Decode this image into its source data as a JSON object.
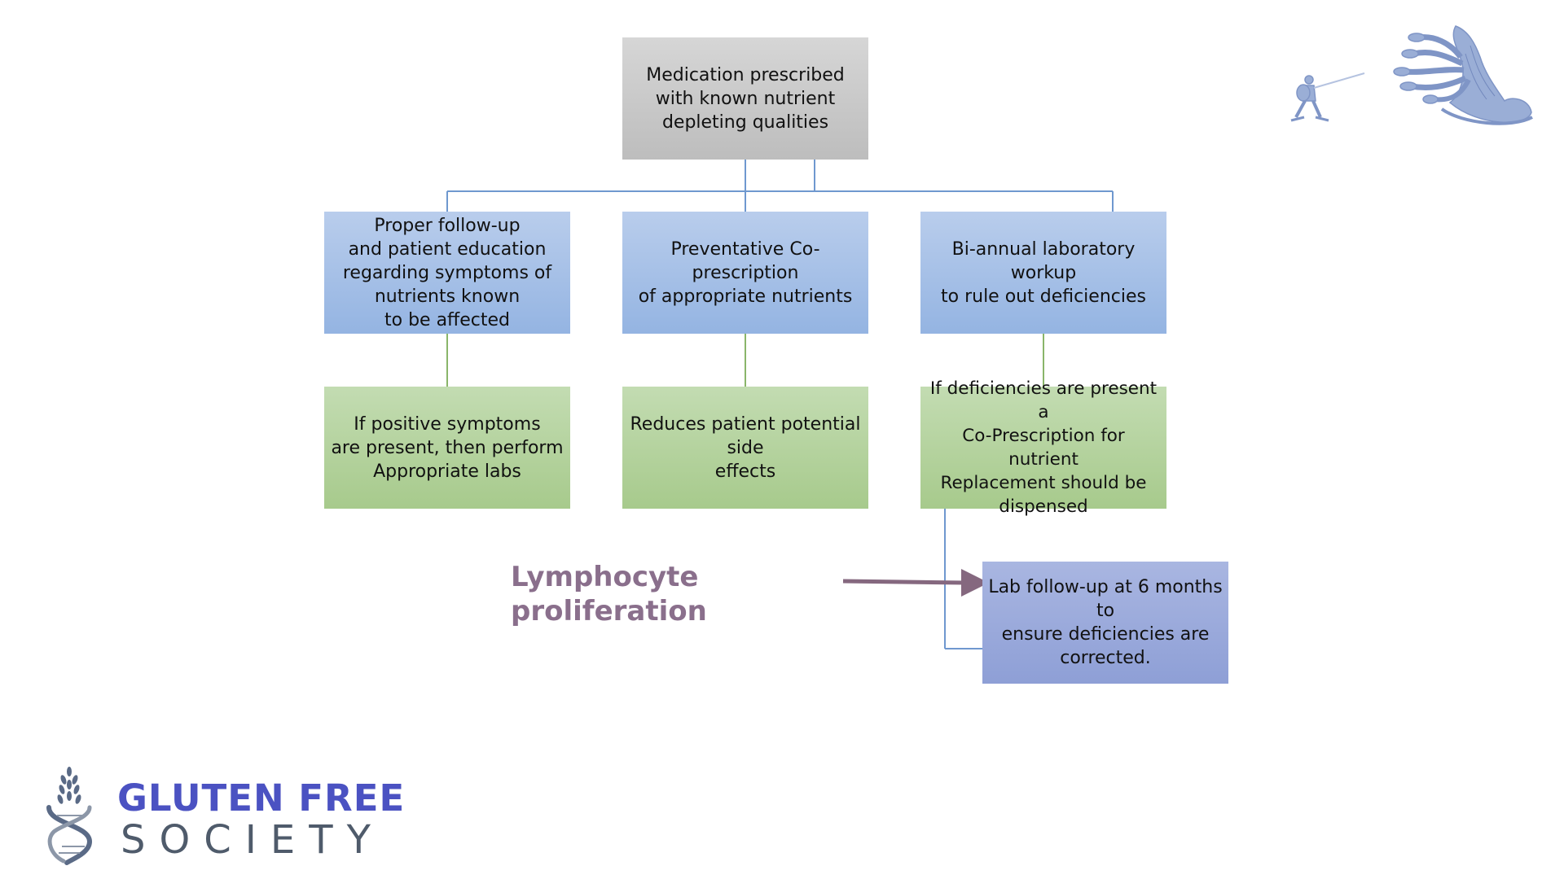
{
  "diagram": {
    "top": "Medication prescribed\nwith known nutrient\ndepleting qualities",
    "strategies": [
      "Proper follow-up\nand patient education\nregarding symptoms of\nnutrients known\nto be affected",
      "Preventative Co-\nprescription\nof appropriate nutrients",
      "Bi-annual laboratory\nworkup\nto rule out deficiencies"
    ],
    "outcomes": [
      "If positive symptoms\nare present, then perform\nAppropriate labs",
      "Reduces patient potential\nside\neffects",
      "If deficiencies are present a\nCo-Prescription for nutrient\nReplacement should be\ndispensed"
    ],
    "followup": "Lab follow-up at 6 months\nto\nensure deficiencies are\ncorrected."
  },
  "callout": {
    "text": "Lymphocyte\nproliferation",
    "color": "#8a6f8c"
  },
  "colors": {
    "blue_connector": "#6f98cf",
    "green_connector": "#8ab56a",
    "arrow": "#85687f"
  },
  "logo": {
    "line1": "GLUTEN FREE",
    "line2": "SOCIETY",
    "line1_color": "#4b52c2",
    "line2_color": "#4f5b6b"
  },
  "icons": {
    "hydra": "hero-fighting-hydra-illustration",
    "logo_mark": "wheat-dna-helix-icon"
  }
}
